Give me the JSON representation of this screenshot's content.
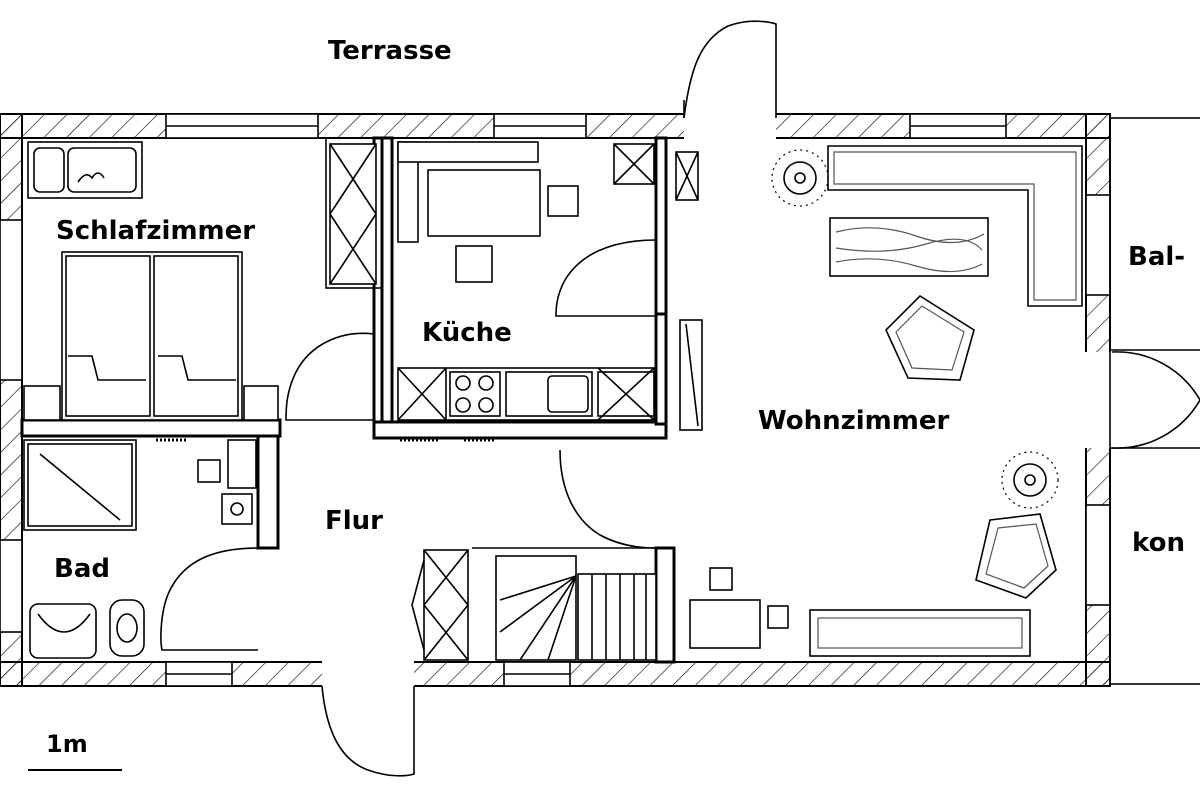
{
  "rooms": {
    "terrace": "Terrasse",
    "bedroom": "Schlafzimmer",
    "kitchen": "Küche",
    "living": "Wohnzimmer",
    "bathroom": "Bad",
    "hall": "Flur",
    "balcony_top": "Bal-",
    "balcony_bottom": "kon"
  },
  "scale": {
    "label": "1m"
  }
}
